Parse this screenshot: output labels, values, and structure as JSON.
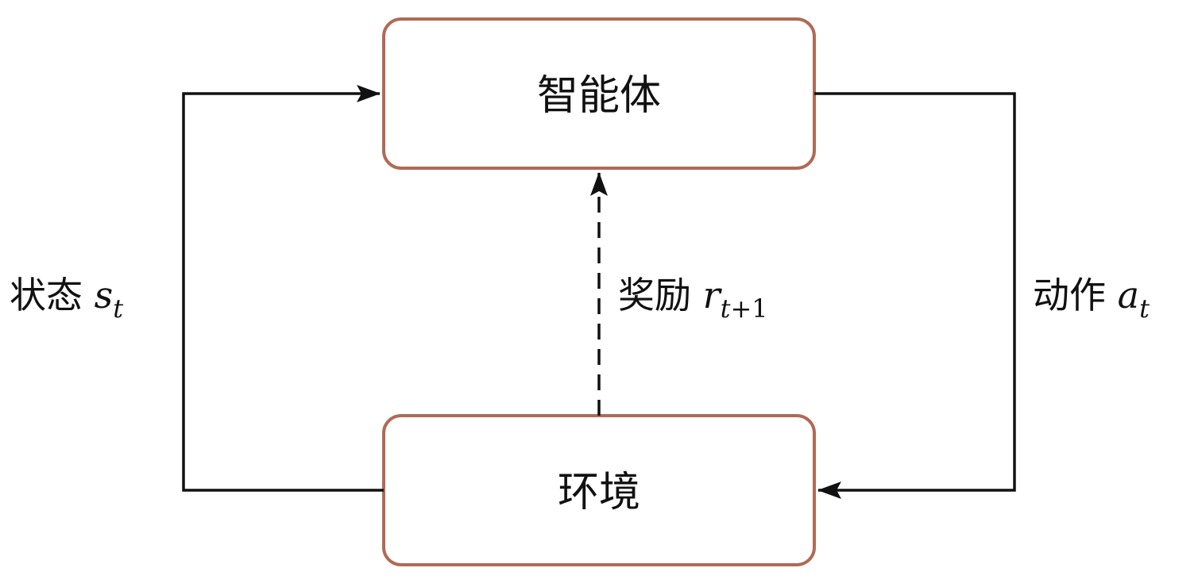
{
  "nodes": {
    "agent": {
      "label": "智能体"
    },
    "environment": {
      "label": "环境"
    }
  },
  "edges": {
    "state": {
      "label": "状态",
      "symbol": "s",
      "subscript": "t",
      "style": "solid"
    },
    "action": {
      "label": "动作",
      "symbol": "a",
      "subscript": "t",
      "style": "solid"
    },
    "reward": {
      "label": "奖励",
      "symbol": "r",
      "subscript_var": "t",
      "subscript_op": "+1",
      "style": "dashed"
    }
  },
  "colors": {
    "node_border": "#b06a55",
    "edge": "#111111",
    "text": "#111111",
    "background": "#ffffff"
  }
}
